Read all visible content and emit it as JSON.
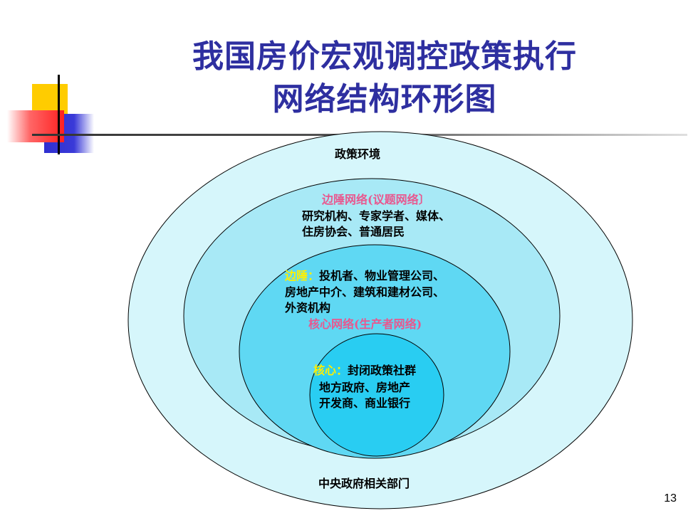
{
  "title": {
    "line1": "我国房价宏观调控政策执行",
    "line2": "网络结构环形图"
  },
  "rings": {
    "outer": {
      "top_label": "政策环境",
      "bottom_label": "中央政府相关部门"
    },
    "edge_network": {
      "heading": "边陲网络(议题网络〕",
      "line1": "研究机构、专家学者、媒体、",
      "line2": "住房协会、普通居民"
    },
    "edge": {
      "prefix": "边陲：",
      "line1": "投机者、物业管理公司、",
      "line2": "房地产中介、建筑和建材公司、",
      "line3": "外资机构",
      "network_label": "核心网络(生产者网络)"
    },
    "core": {
      "prefix": "核心：",
      "line1": "封闭政策社群",
      "line2": "地方政府、房地产",
      "line3": "开发商、商业银行"
    }
  },
  "colors": {
    "title": "#2e2fa0",
    "ring_outer": "#d6f6fb",
    "ring_2": "#a8e9f6",
    "ring_3": "#5fd8f3",
    "ring_core": "#29cdf2",
    "pink_text": "#e8588f",
    "yellow_text": "#fff000"
  },
  "page_number": "13"
}
